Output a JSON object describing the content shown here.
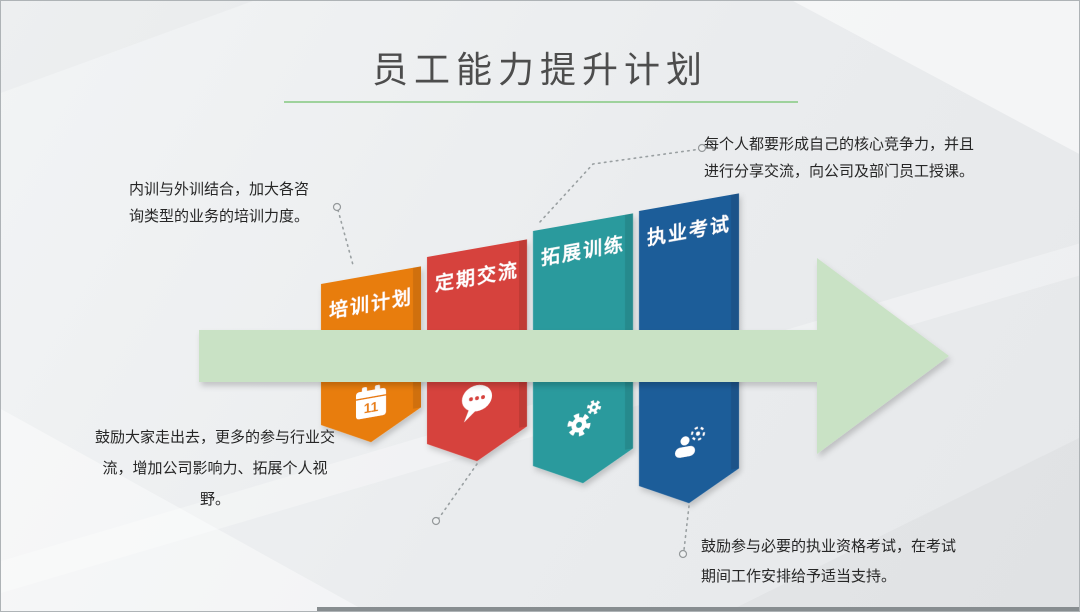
{
  "slide": {
    "title": "员工能力提升计划"
  },
  "steps": [
    {
      "label": "培训计划",
      "color": "#e87d0d",
      "icon": "calendar-icon",
      "icon_text": "11"
    },
    {
      "label": "定期交流",
      "color": "#d6423c",
      "icon": "chat-bubble-icon"
    },
    {
      "label": "拓展训练",
      "color": "#2a9a9d",
      "icon": "gears-icon"
    },
    {
      "label": "执业考试",
      "color": "#1d5d99",
      "icon": "person-gear-icon"
    }
  ],
  "callouts": {
    "top_left": "内训与外训结合，加大各咨询类型的业务的培训力度。",
    "top_right": "每个人都要形成自己的核心竞争力，并且进行分享交流，向公司及部门员工授课。",
    "bottom_left": "鼓励大家走出去，更多的参与行业交流，增加公司影响力、拓展个人视野。",
    "bottom_right": "鼓励参与必要的执业资格考试，在考试期间工作安排给予适当支持。"
  },
  "colors": {
    "arrow": "#c9e2c5",
    "divider": "#9ed29c",
    "title_text": "#4d4d4d",
    "connector": "#9aa0a2"
  }
}
